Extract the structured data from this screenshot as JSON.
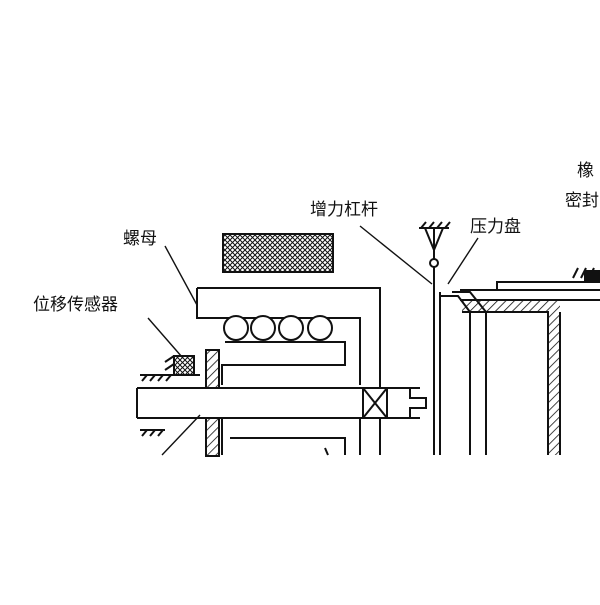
{
  "labels": {
    "nut": "螺母",
    "displacement_sensor": "位移传感器",
    "force_lever": "增力杠杆",
    "pressure_plate": "压力盘",
    "rubber_top": "橡",
    "seal_top": "密封"
  },
  "colors": {
    "ink": "#111111",
    "paper": "#ffffff"
  }
}
